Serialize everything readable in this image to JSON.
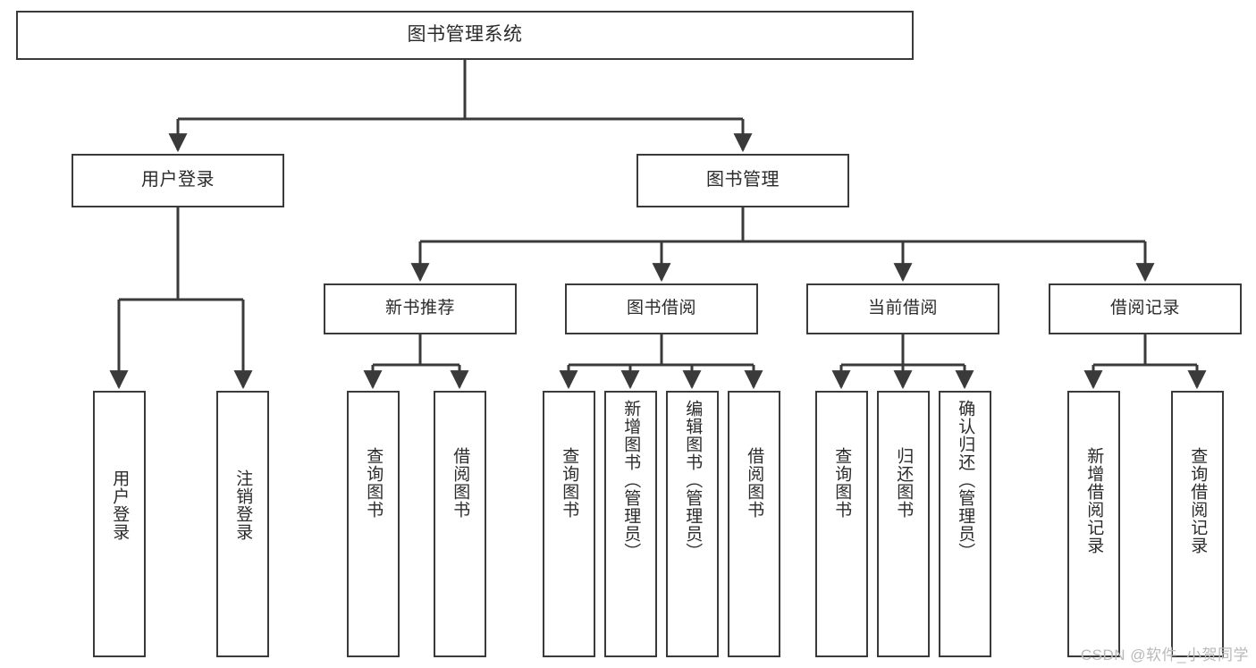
{
  "diagram": {
    "type": "tree",
    "title": "图书管理系统",
    "colors": {
      "background": "#ffffff",
      "box_border": "#3a3a3a",
      "edge": "#3a3a3a",
      "text": "#2b2b2b",
      "watermark": "#b9b9b9"
    },
    "root": {
      "label": "图书管理系统"
    },
    "level1": [
      {
        "label": "用户登录"
      },
      {
        "label": "图书管理"
      }
    ],
    "level2": [
      {
        "label": "新书推荐"
      },
      {
        "label": "图书借阅"
      },
      {
        "label": "当前借阅"
      },
      {
        "label": "借阅记录"
      }
    ],
    "leaves": {
      "user_login": [
        {
          "label": "用户登录"
        },
        {
          "label": "注销登录"
        }
      ],
      "new_book": [
        {
          "label": "查询图书"
        },
        {
          "label": "借阅图书"
        }
      ],
      "book_borrow": [
        {
          "label": "查询图书"
        },
        {
          "label": "新增图书（管理员）"
        },
        {
          "label": "编辑图书（管理员）"
        },
        {
          "label": "借阅图书"
        }
      ],
      "current_borrow": [
        {
          "label": "查询图书"
        },
        {
          "label": "归还图书"
        },
        {
          "label": "确认归还（管理员）"
        }
      ],
      "borrow_record": [
        {
          "label": "新增借阅记录"
        },
        {
          "label": "查询借阅记录"
        }
      ]
    },
    "watermark": "CSDN @软件_小贺同学"
  }
}
